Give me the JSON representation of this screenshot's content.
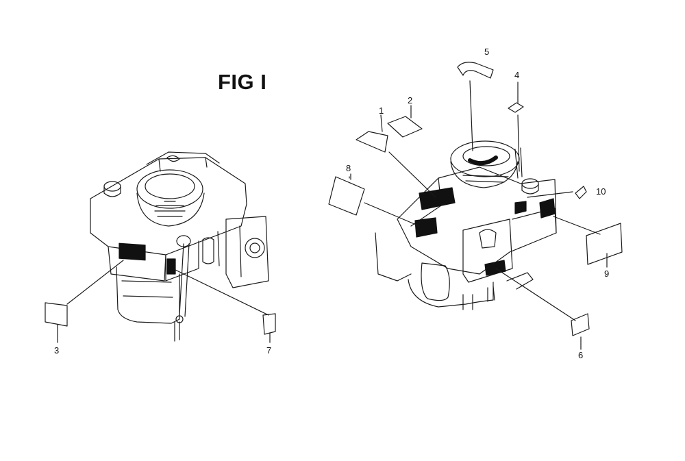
{
  "figure": {
    "title": "FIG I"
  },
  "callouts": [
    {
      "id": "1",
      "label": "1"
    },
    {
      "id": "2",
      "label": "2"
    },
    {
      "id": "3",
      "label": "3"
    },
    {
      "id": "4",
      "label": "4"
    },
    {
      "id": "5",
      "label": "5"
    },
    {
      "id": "6",
      "label": "6"
    },
    {
      "id": "7",
      "label": "7"
    },
    {
      "id": "8",
      "label": "8"
    },
    {
      "id": "9",
      "label": "9"
    },
    {
      "id": "10",
      "label": "10"
    }
  ],
  "colors": {
    "line": "#1a1a1a",
    "fill_decal": "#111111",
    "background": "#ffffff"
  }
}
